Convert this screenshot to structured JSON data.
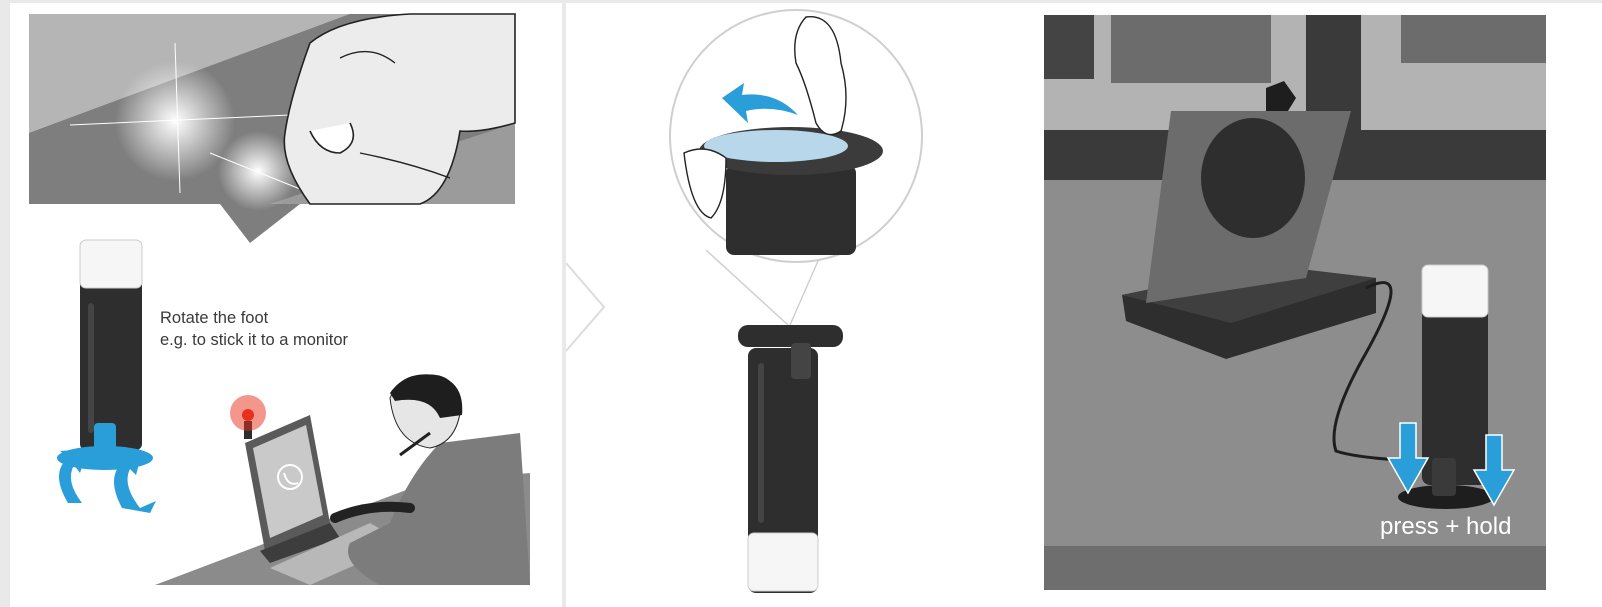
{
  "panel_1": {
    "caption": {
      "line_1": "Rotate the foot",
      "line_2": "e.g. to stick it to a monitor"
    }
  },
  "panel_3": {
    "action_label": "press + hold"
  },
  "colors": {
    "accent_blue": "#2a9ed8",
    "dark_device": "#2e2e2e",
    "scene_gray": "#8d8d8d",
    "busy_light_red": "#e8301c"
  },
  "icons": [
    "rotate-arrow-icon",
    "peel-arrow-icon",
    "press-down-arrow-icon",
    "phone-icon"
  ]
}
